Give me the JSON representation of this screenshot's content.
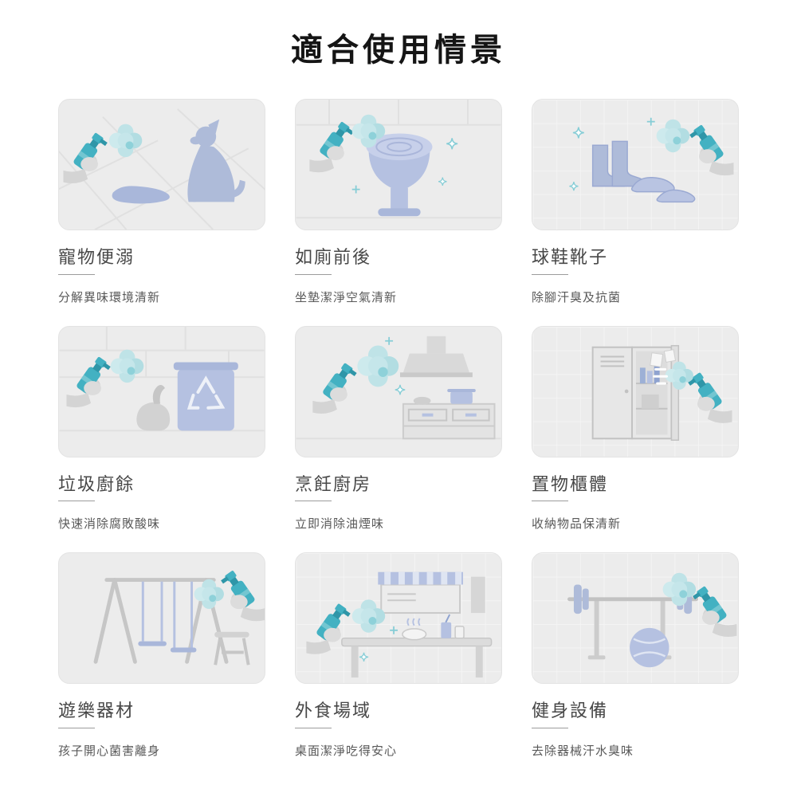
{
  "page": {
    "title": "適合使用情景"
  },
  "colors": {
    "accent_teal": "#43b1c2",
    "accent_teal_dark": "#2f96a8",
    "mist_teal": "#bfe3e7",
    "object_blue": "#aebbd9",
    "card_background": "#ececec"
  },
  "cards": [
    {
      "scene": "pet",
      "title": "寵物便溺",
      "desc": "分解異味環境清新"
    },
    {
      "scene": "toilet",
      "title": "如廁前後",
      "desc": "坐墊潔淨空氣清新"
    },
    {
      "scene": "shoes",
      "title": "球鞋靴子",
      "desc": "除腳汗臭及抗菌"
    },
    {
      "scene": "trash",
      "title": "垃圾廚餘",
      "desc": "快速消除腐敗酸味"
    },
    {
      "scene": "kitchen",
      "title": "烹飪廚房",
      "desc": "立即消除油煙味"
    },
    {
      "scene": "locker",
      "title": "置物櫃體",
      "desc": "收納物品保清新"
    },
    {
      "scene": "playground",
      "title": "遊樂器材",
      "desc": "孩子開心菌害離身"
    },
    {
      "scene": "dining",
      "title": "外食場域",
      "desc": "桌面潔淨吃得安心"
    },
    {
      "scene": "gym",
      "title": "健身設備",
      "desc": "去除器械汗水臭味"
    }
  ]
}
